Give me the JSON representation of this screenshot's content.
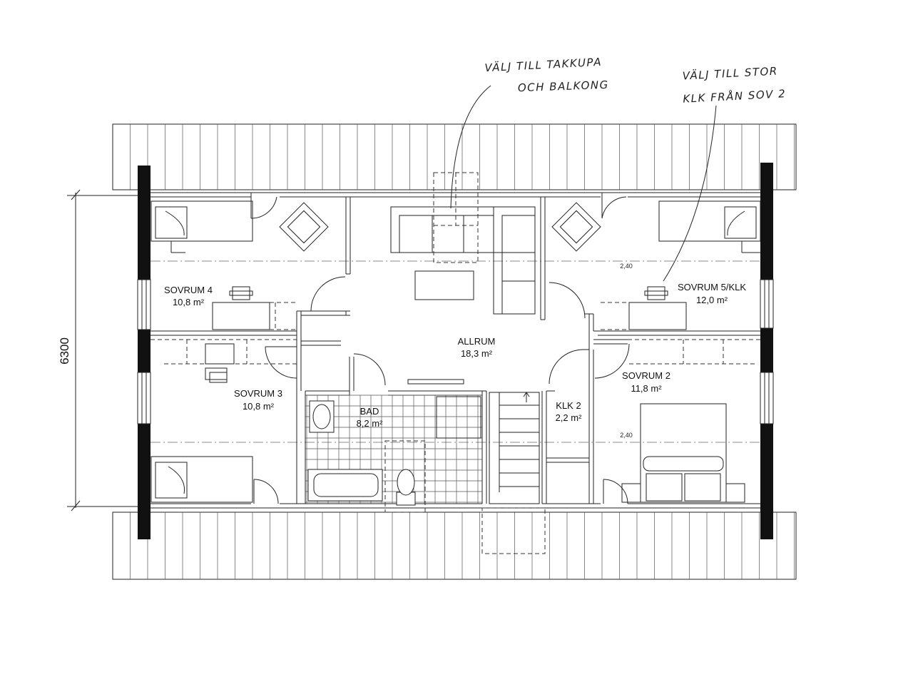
{
  "rooms": {
    "sovrum4": {
      "name": "SOVRUM 4",
      "area": "10,8 m²"
    },
    "sovrum3": {
      "name": "SOVRUM 3",
      "area": "10,8 m²"
    },
    "allrum": {
      "name": "ALLRUM",
      "area": "18,3 m²"
    },
    "bad": {
      "name": "BAD",
      "area": "8,2 m²"
    },
    "klk2": {
      "name": "KLK 2",
      "area": "2,2 m²"
    },
    "sovrum5": {
      "name": "SOVRUM 5/KLK",
      "area": "12,0 m²"
    },
    "sovrum2": {
      "name": "SOVRUM 2",
      "area": "11,8 m²"
    }
  },
  "heights": {
    "upper": "2,40",
    "lower": "2,40"
  },
  "dimension": {
    "depth": "6300"
  },
  "notes": {
    "dormer_line1": "VÄLJ TILL TAKKUPA",
    "dormer_line2": "OCH BALKONG",
    "closet_line1": "VÄLJ TILL STOR",
    "closet_line2": "KLK FRÅN SOV 2"
  },
  "colors": {
    "line": "#111111",
    "background": "#ffffff",
    "wall_fill": "#111111"
  }
}
